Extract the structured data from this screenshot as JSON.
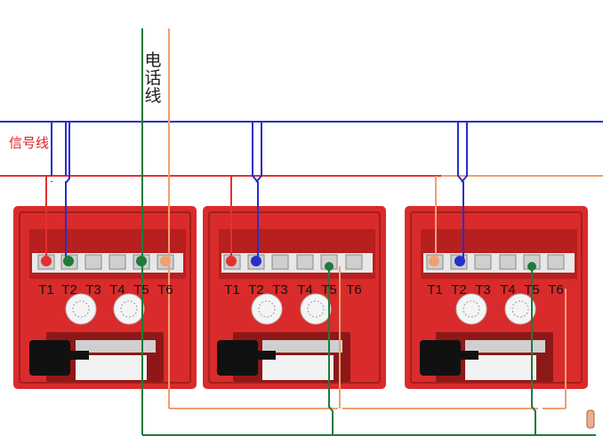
{
  "labels": {
    "signal_line": "信号线",
    "phone_line": "电话线"
  },
  "modules": [
    {
      "terminals": [
        "T1",
        "T2",
        "T3",
        "T4",
        "T5",
        "T6"
      ]
    },
    {
      "terminals": [
        "T1",
        "T2",
        "T3",
        "T4",
        "T5",
        "T6"
      ]
    },
    {
      "terminals": [
        "T1",
        "T2",
        "T3",
        "T4",
        "T5",
        "T6"
      ]
    }
  ],
  "colors": {
    "signal_red": "#e53030",
    "signal_blue": "#2530c8",
    "phone_green": "#1f7a3a",
    "phone_orange": "#f0a070",
    "module_red": "#d92b2b",
    "module_dark": "#8e1818"
  },
  "icons": {
    "button": "hatched-round-knob-icon",
    "key": "key-icon",
    "terminal": "screw-terminal-icon",
    "end_resistor": "resistor-icon"
  }
}
